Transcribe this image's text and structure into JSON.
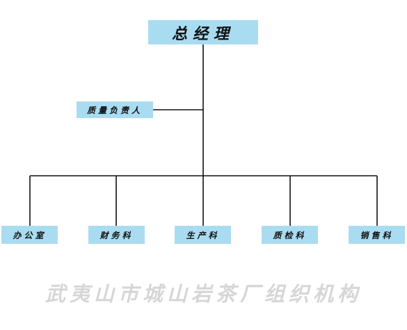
{
  "org_chart": {
    "top": {
      "label": "总经理"
    },
    "assistant": {
      "label": "质量负责人"
    },
    "departments": [
      {
        "label": "办公室"
      },
      {
        "label": "财务科"
      },
      {
        "label": "生产科"
      },
      {
        "label": "质检科"
      },
      {
        "label": "销售科"
      }
    ]
  },
  "watermark": {
    "text": "武夷山市城山岩茶厂组织机构"
  },
  "colors": {
    "box_fill": "#a9dcf1",
    "line": "#111111",
    "watermark": "#d6d6d6",
    "background": "#ffffff"
  }
}
